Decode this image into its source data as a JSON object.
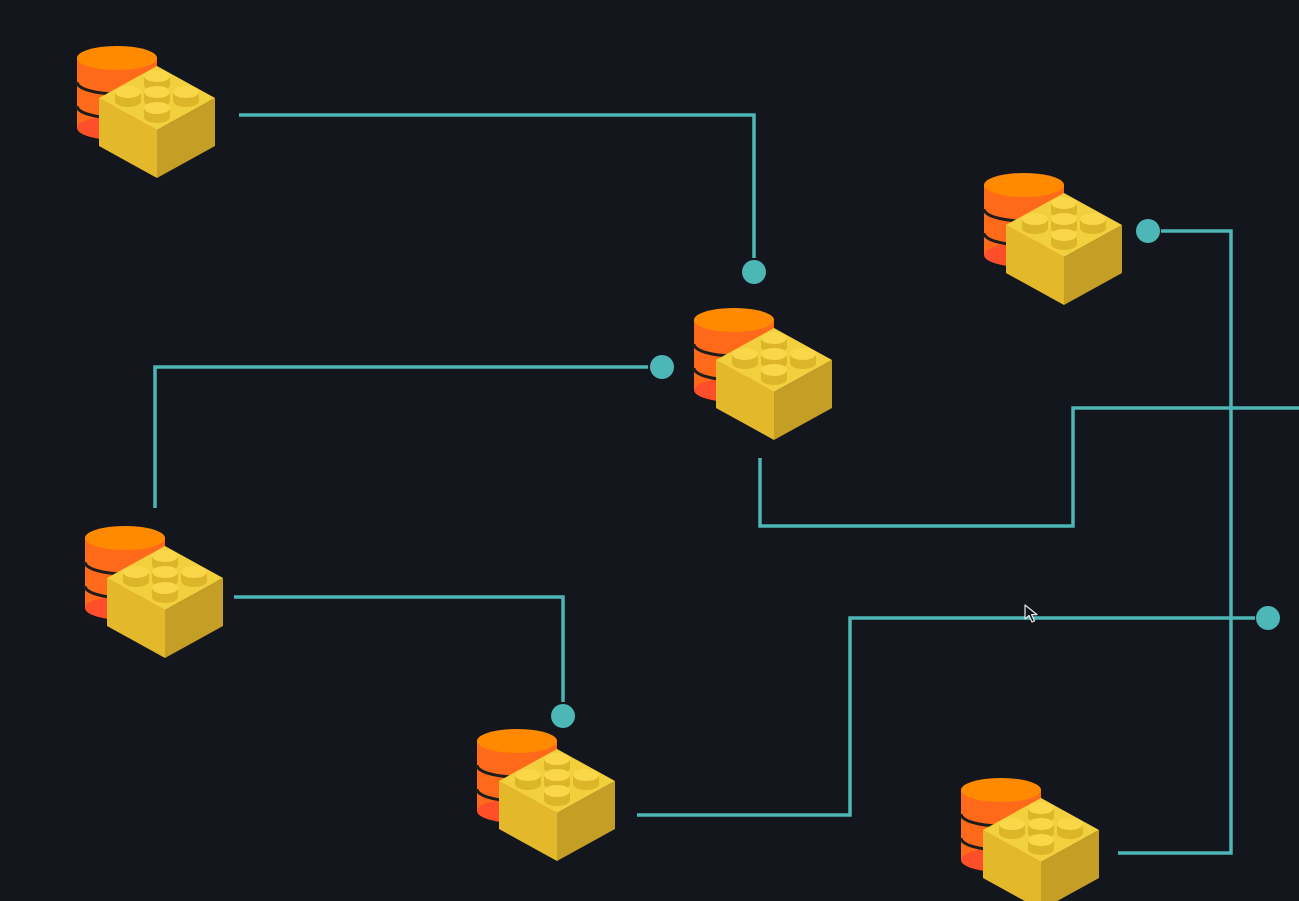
{
  "colors": {
    "background": "#13161c",
    "edge": "#4db6b6",
    "db_top": "#ff8a00",
    "db_mid": "#ff6a1a",
    "db_bottom": "#ff4f2a",
    "db_ring": "#1d1d1d",
    "brick_top": "#f2cf3d",
    "brick_left": "#e3b92b",
    "brick_right": "#c49e25",
    "stud_top": "#fad748",
    "stud_side": "#ddb528"
  },
  "nodes": [
    {
      "id": "n1",
      "icon": "database-lego-brick-icon"
    },
    {
      "id": "n2",
      "icon": "database-lego-brick-icon"
    },
    {
      "id": "n3",
      "icon": "database-lego-brick-icon"
    },
    {
      "id": "n4",
      "icon": "database-lego-brick-icon"
    },
    {
      "id": "n5",
      "icon": "database-lego-brick-icon"
    },
    {
      "id": "n6",
      "icon": "database-lego-brick-icon"
    },
    {
      "id": "n7",
      "icon": "database-lego-brick-icon"
    }
  ],
  "edges": [
    {
      "id": "e1",
      "from": "n1",
      "to": "n2"
    },
    {
      "id": "e2",
      "from": "n4",
      "to": "n2"
    },
    {
      "id": "e3",
      "from": "n4",
      "to": "n5"
    },
    {
      "id": "e4",
      "from": "n2",
      "to": "offscreen-right"
    },
    {
      "id": "e5",
      "from": "n5",
      "to": "offscreen-right"
    },
    {
      "id": "e6",
      "from": "n7",
      "to": "n3"
    }
  ],
  "cursor": {
    "icon": "mouse-pointer-icon"
  }
}
